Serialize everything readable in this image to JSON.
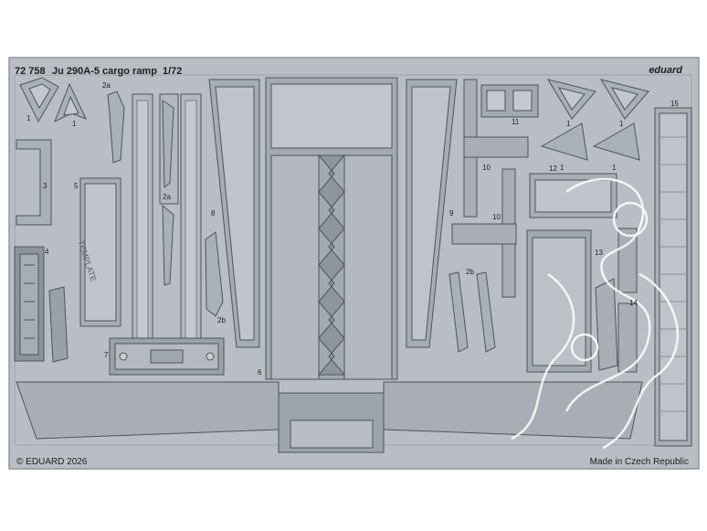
{
  "header": {
    "code": "72 758",
    "title": "Ju 290A-5 cargo ramp",
    "scale": "1/72",
    "brand": "eduard"
  },
  "footer": {
    "copyright": "© EDUARD 2026",
    "origin": "Made in Czech Republic"
  },
  "template_label": "TEMPLATE",
  "parts": [
    "1",
    "1",
    "1",
    "1",
    "1",
    "1",
    "2a",
    "2a",
    "2b",
    "2b",
    "3",
    "4",
    "5",
    "6",
    "7",
    "8",
    "9",
    "10",
    "10",
    "11",
    "12",
    "13",
    "14",
    "15"
  ],
  "colors": {
    "fret": "#b7bcc3",
    "frame": "#9aa0a8",
    "part": "#a9aeb6",
    "part_dark": "#7d838b",
    "line": "#4c5157",
    "background": "#ffffff"
  }
}
